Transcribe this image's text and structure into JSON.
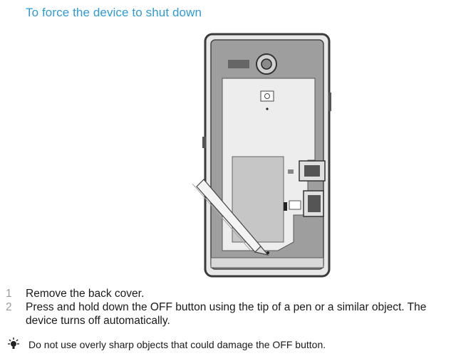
{
  "heading": "To force the device to shut down",
  "steps": [
    {
      "number": "1",
      "text": "Remove the back cover."
    },
    {
      "number": "2",
      "text": "Press and hold down the OFF button using the tip of a pen or a similar object. The device turns off automatically."
    }
  ],
  "tip": {
    "icon": "lightbulb-icon",
    "text": "Do not use overly sharp objects that could damage the OFF button."
  },
  "colors": {
    "heading": "#2e9bd6",
    "step_number": "#9a9a9a"
  }
}
